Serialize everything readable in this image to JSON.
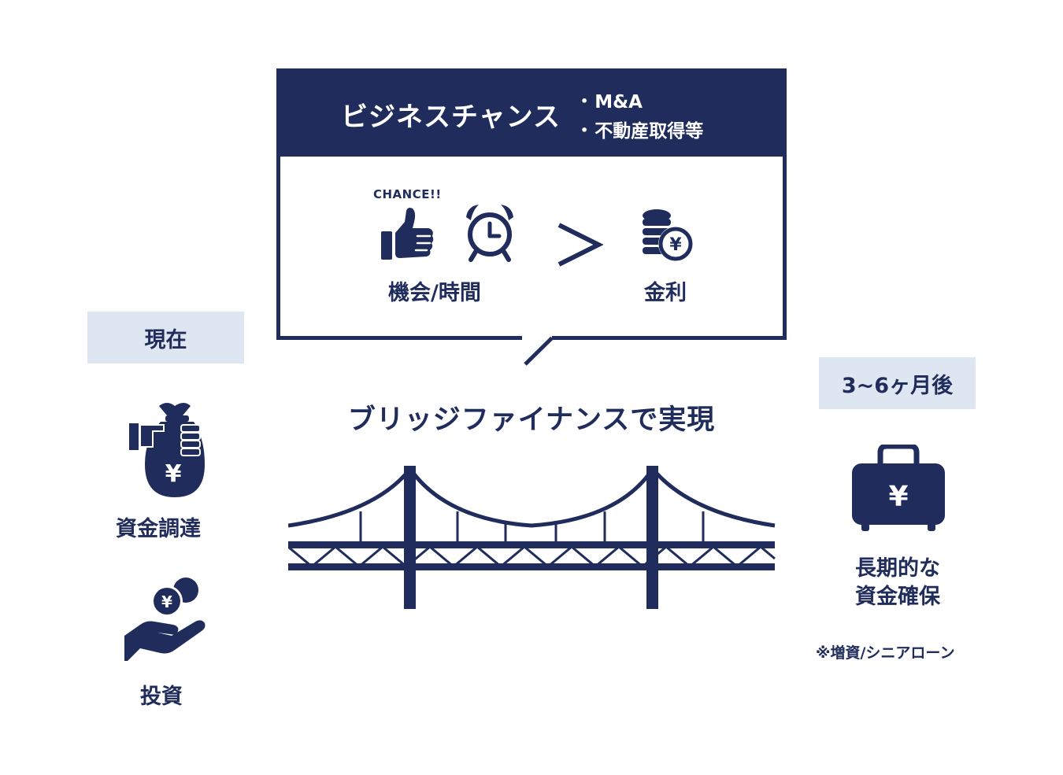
{
  "bubble": {
    "title": "ビジネスチャンス",
    "items": [
      "M&A",
      "不動産取得等"
    ],
    "chance_label": "CHANCE!!",
    "left_caption": "機会/時間",
    "comparison": ">",
    "right_caption": "金利"
  },
  "main_title": "ブリッジファイナンスで実現",
  "left": {
    "tag": "現在",
    "item1": "資金調達",
    "item2": "投資"
  },
  "right": {
    "tag": "3~6ヶ月後",
    "line1": "長期的な",
    "line2": "資金確保",
    "note": "※増資/シニアローン"
  },
  "colors": {
    "navy": "#1f2c5c",
    "tag_bg": "#dee7f1"
  },
  "icons": [
    "thumbs-up-icon",
    "alarm-clock-icon",
    "yen-coins-icon",
    "yen-money-bag-icon",
    "yen-coin-hand-icon",
    "yen-briefcase-icon",
    "bridge-illustration"
  ]
}
